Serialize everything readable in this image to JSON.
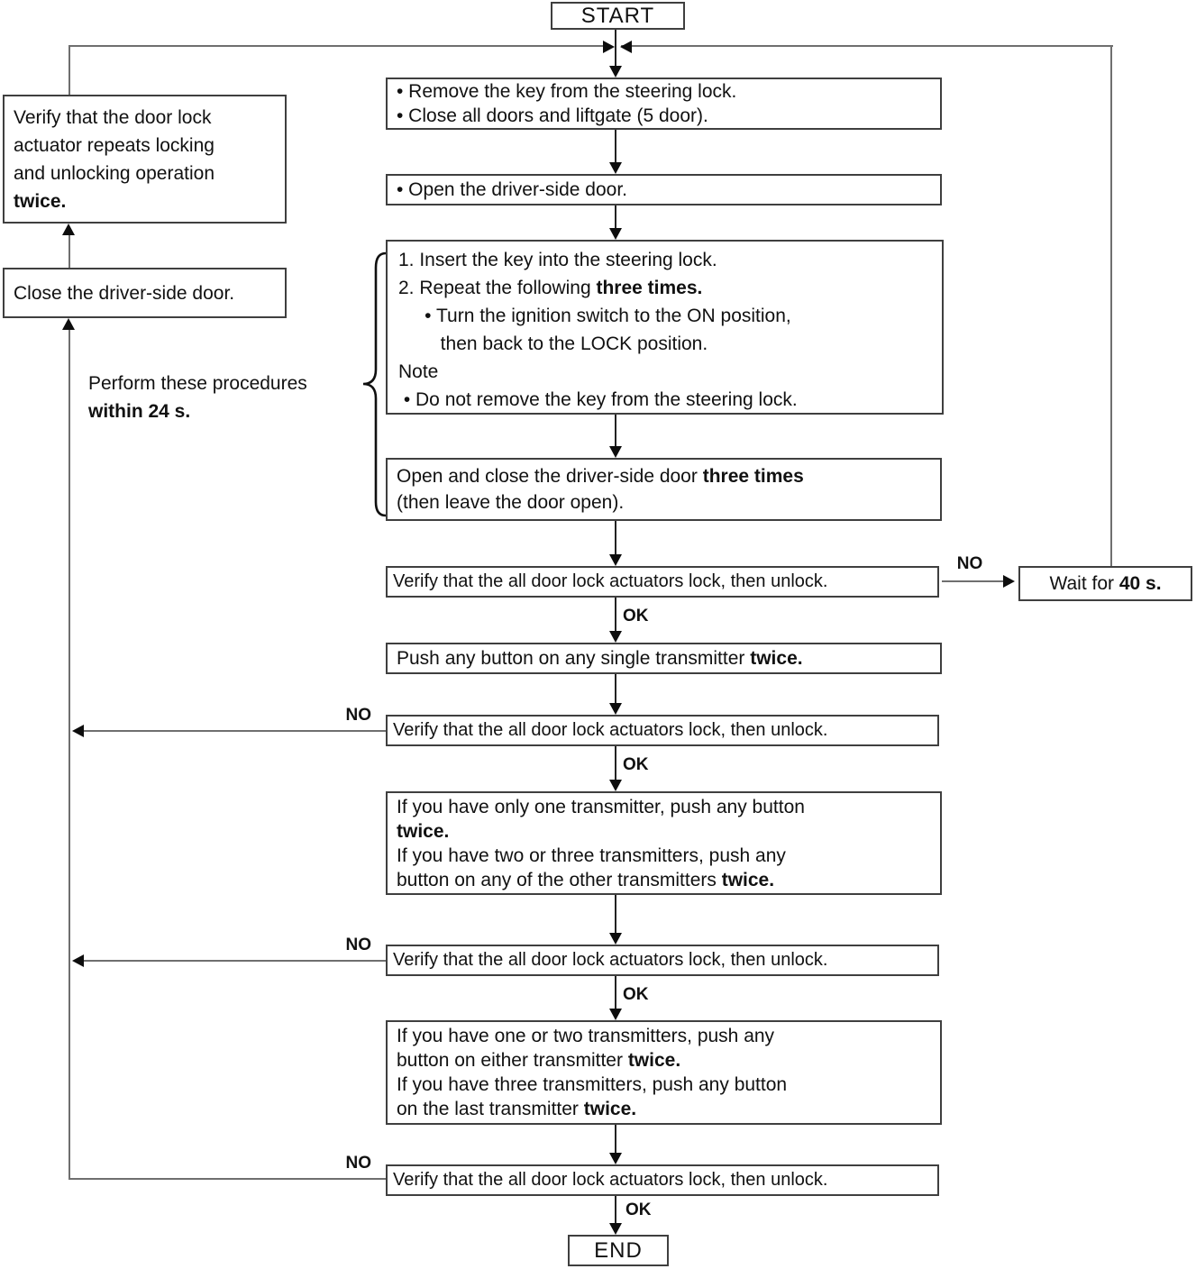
{
  "colors": {
    "background": "#ffffff",
    "box_fill": "#ffffff",
    "border": "#3f3f3f",
    "line": "#6f6f6f",
    "spine": "#222222",
    "arrow": "#0d0d0d",
    "text": "#111111"
  },
  "labels": {
    "ok": "OK",
    "no": "NO"
  },
  "nodes": {
    "start": {
      "label": "START"
    },
    "end": {
      "label": "END"
    },
    "prepare": {
      "lines": [
        [
          {
            "t": "• Remove the key from the steering lock."
          }
        ],
        [
          {
            "t": "• Close all doors and liftgate (5 door)."
          }
        ]
      ]
    },
    "open_driver_door": {
      "lines": [
        [
          {
            "t": "• Open the driver-side door."
          }
        ]
      ]
    },
    "key_cycle": {
      "lines": [
        [
          {
            "t": "1. Insert the key into the steering lock."
          }
        ],
        [
          {
            "t": "2. Repeat the following "
          },
          {
            "t": "three times.",
            "b": true
          }
        ],
        [
          {
            "t": "     • Turn the ignition switch to the ON position,"
          }
        ],
        [
          {
            "t": "        then back to the LOCK position."
          }
        ],
        [
          {
            "t": "Note"
          }
        ],
        [
          {
            "t": " • Do not remove the key from the steering lock."
          }
        ]
      ]
    },
    "open_close_three": {
      "lines": [
        [
          {
            "t": "Open and close the driver-side door "
          },
          {
            "t": "three times",
            "b": true
          }
        ],
        [
          {
            "t": "(then leave the door open)."
          }
        ]
      ]
    },
    "verify_all_locks": {
      "lines": [
        [
          {
            "t": "Verify that the all door lock actuators lock, then unlock."
          }
        ]
      ]
    },
    "wait_40s": {
      "lines": [
        [
          {
            "t": "Wait for "
          },
          {
            "t": "40 s.",
            "b": true
          }
        ]
      ]
    },
    "push_single": {
      "lines": [
        [
          {
            "t": "Push any button on any single transmitter "
          },
          {
            "t": "twice.",
            "b": true
          }
        ]
      ]
    },
    "second_transmitter": {
      "lines": [
        [
          {
            "t": "If you have only one transmitter, push any button"
          }
        ],
        [
          {
            "t": "twice.",
            "b": true
          }
        ],
        [
          {
            "t": "If you have two or three transmitters, push any"
          }
        ],
        [
          {
            "t": "button on any of the other transmitters "
          },
          {
            "t": "twice.",
            "b": true
          }
        ]
      ]
    },
    "third_transmitter": {
      "lines": [
        [
          {
            "t": "If you have one or two transmitters, push any"
          }
        ],
        [
          {
            "t": "button on either transmitter "
          },
          {
            "t": "twice.",
            "b": true
          }
        ],
        [
          {
            "t": "If you have three transmitters, push any button"
          }
        ],
        [
          {
            "t": "on the last transmitter "
          },
          {
            "t": "twice.",
            "b": true
          }
        ]
      ]
    },
    "verify_actuator_repeat": {
      "lines": [
        [
          {
            "t": "Verify that the door lock"
          }
        ],
        [
          {
            "t": "actuator repeats locking"
          }
        ],
        [
          {
            "t": "and unlocking operation"
          }
        ],
        [
          {
            "t": "twice.",
            "b": true
          }
        ]
      ]
    },
    "close_driver_door": {
      "lines": [
        [
          {
            "t": "Close the driver-side door."
          }
        ]
      ]
    },
    "brace_note": {
      "lines": [
        [
          {
            "t": "Perform these procedures"
          }
        ],
        [
          {
            "t": "within 24 s.",
            "b": true
          }
        ]
      ]
    }
  }
}
